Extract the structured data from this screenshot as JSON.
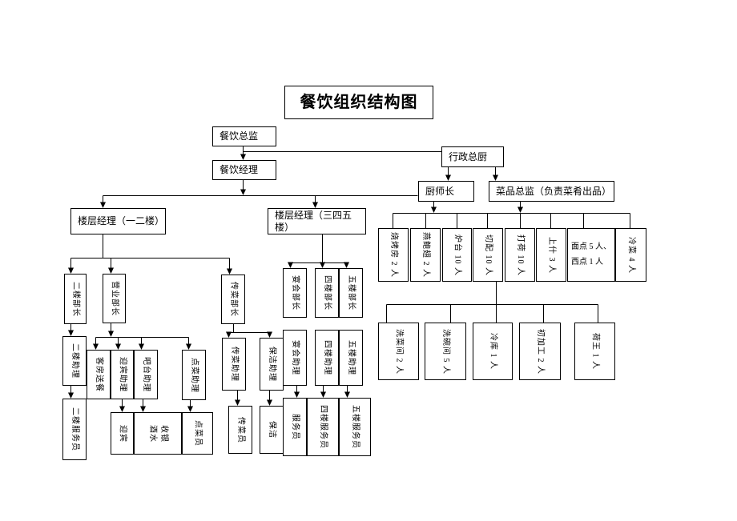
{
  "page": {
    "background": "#ffffff",
    "line_color": "#000000"
  },
  "title": "餐饮组织结构图",
  "executives": {
    "catering_director": "餐饮总监",
    "catering_manager": "餐饮经理",
    "executive_chef": "行政总厨",
    "head_chef": "厨师长",
    "dish_director": "菜品总监（负责菜肴出品）"
  },
  "floor_managers": {
    "floor_1_2": "楼层经理（一二楼）",
    "floor_3_4_5": "楼层经理（三四五楼）"
  },
  "kitchen": {
    "stations": [
      "烧烤房 2 人",
      "燕鲍翅 2 人",
      "炉台 10 人",
      "切配 10 人",
      "打荷 10 人",
      "上什 3 人",
      "面点 5 人、西点 1 人",
      "冷菜 4 人"
    ],
    "support": [
      "洗菜间 2 人",
      "洗碗间 5 人",
      "冷库 1 人",
      "初加工 2 人",
      "荷王 1 人"
    ]
  },
  "floor12_team": {
    "captains": [
      "二楼部长",
      "营业部长"
    ],
    "assistants": [
      "二楼助理",
      "客房送餐",
      "迎宾助理",
      "吧台助理",
      "点菜助理"
    ],
    "staff": [
      "二楼服务员",
      "迎宾",
      "收银\n酒水",
      "点菜员"
    ]
  },
  "service_team": {
    "captains": [
      "传菜部长",
      "宴会部长",
      "四楼部长",
      "五楼部长"
    ],
    "assistants": [
      "传菜助理",
      "保洁助理",
      "宴会助理",
      "四楼助理",
      "五楼助理"
    ],
    "staff": [
      "传菜员",
      "保洁",
      "服务员",
      "四楼服务员",
      "五楼服务员"
    ]
  }
}
